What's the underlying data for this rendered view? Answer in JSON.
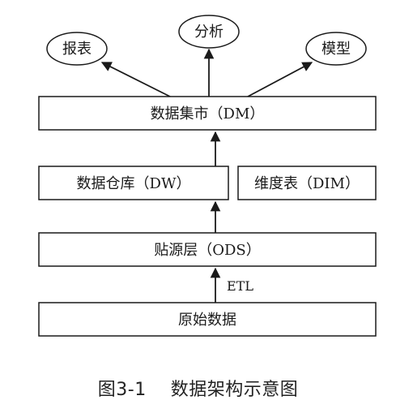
{
  "ovals": {
    "report": "报表",
    "analysis": "分析",
    "model": "模型"
  },
  "layers": {
    "data_mart": "数据集市（DM）",
    "data_warehouse": "数据仓库（DW）",
    "dimension_table": "维度表（DIM）",
    "ods": "贴源层（ODS）",
    "raw_data": "原始数据"
  },
  "edges": {
    "etl": "ETL"
  },
  "caption": {
    "figure_number": "图3-1",
    "title": "数据架构示意图"
  }
}
